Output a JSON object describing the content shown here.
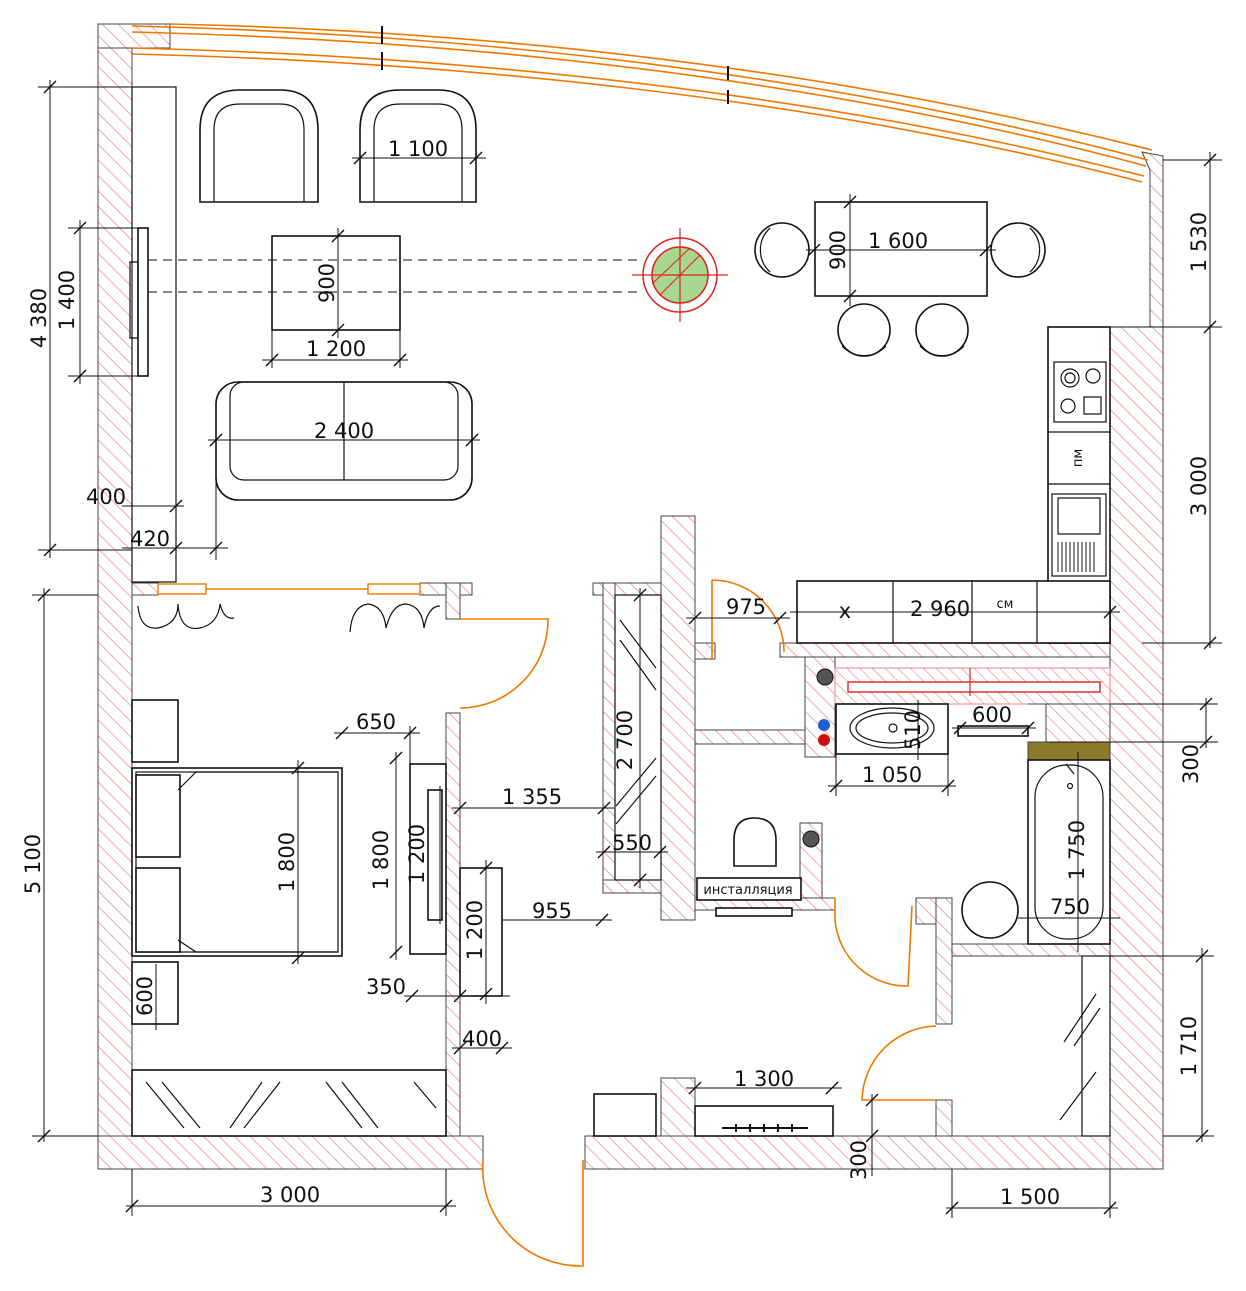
{
  "labels": {
    "dim_4380": "4 380",
    "dim_1400": "1 400",
    "dim_1100": "1 100",
    "dim_900_table": "900",
    "dim_1200_table": "1 200",
    "dim_2400": "2 400",
    "dim_400_top": "400",
    "dim_420": "420",
    "dim_900_dining": "900",
    "dim_1600": "1 600",
    "dim_1530": "1 530",
    "dim_3000_right": "3 000",
    "dim_975": "975",
    "dim_2960": "2 960",
    "sink_x": "x",
    "dishwasher_cm": "см",
    "oven_pm": "пм",
    "dim_5100": "5 100",
    "dim_650": "650",
    "dim_1800_bed": "1 800",
    "dim_1800_wardrobe": "1 800",
    "dim_1200_tv": "1 200",
    "dim_1200_bench": "1 200",
    "dim_1355": "1 355",
    "dim_2700": "2 700",
    "dim_550": "550",
    "dim_955": "955",
    "dim_350": "350",
    "dim_600_nightstand": "600",
    "dim_400_mid": "400",
    "dim_600_bath": "600",
    "dim_510": "510",
    "dim_1050": "1 050",
    "dim_300_right": "300",
    "dim_1750": "1 750",
    "dim_750": "750",
    "installation": "инсталляция",
    "dim_1710": "1 710",
    "dim_1300": "1 300",
    "dim_300_bottom": "300",
    "dim_3000_bottom": "3 000",
    "dim_1500": "1 500"
  },
  "colors": {
    "wall_hatch": "#f08080",
    "door": "#f07800",
    "column": "#e02020",
    "column_fill": "#a8d890",
    "mechanical": "#8a7a2a",
    "cold_water": "#1f5fd0",
    "hot_water": "#d01010",
    "riser": "#555555"
  }
}
